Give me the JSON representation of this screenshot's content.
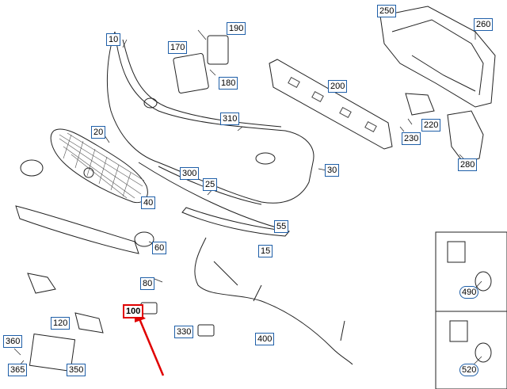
{
  "callouts": {
    "c10": "10",
    "c15": "15",
    "c20": "20",
    "c25": "25",
    "c30": "30",
    "c40": "40",
    "c55": "55",
    "c60": "60",
    "c80": "80",
    "c100": "100",
    "c120": "120",
    "c170": "170",
    "c180": "180",
    "c190": "190",
    "c200": "200",
    "c220": "220",
    "c230": "230",
    "c250": "250",
    "c260": "260",
    "c280": "280",
    "c300": "300",
    "c310": "310",
    "c330": "330",
    "c350": "350",
    "c360": "360",
    "c365": "365",
    "c400": "400",
    "c490": "490",
    "c520": "520"
  },
  "colors": {
    "line": "#222222",
    "callout_border": "#1f5fa8",
    "highlight": "#e00000"
  }
}
